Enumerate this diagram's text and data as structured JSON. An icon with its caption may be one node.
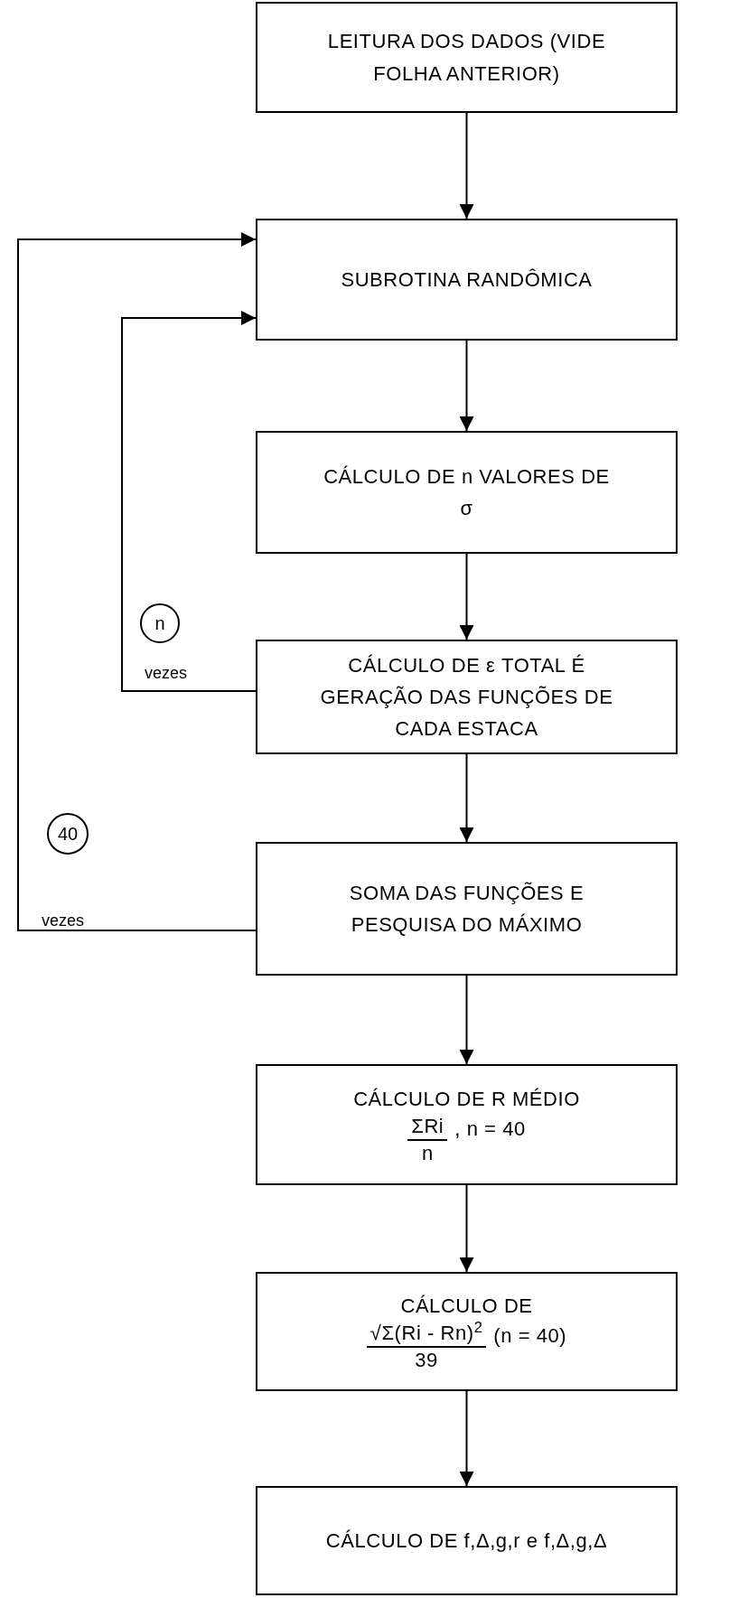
{
  "diagram": {
    "nodes": [
      {
        "text": [
          "LEITURA DOS DADOS (VIDE FOLHA ANTERIOR)"
        ]
      },
      {
        "text": [
          "SUBROTINA RANDÔMICA"
        ]
      },
      {
        "text": [
          "CÁLCULO DE n VALORES DE σ"
        ]
      },
      {
        "text": [
          "CÁLCULO DE ε TOTAL É GERAÇÃO DAS FUNÇÕES DE CADA ESTACA"
        ]
      },
      {
        "text": [
          "SOMA DAS FUNÇÕES E PESQUISA DO MÁXIMO"
        ]
      },
      {
        "text": [
          "CÁLCULO DE R MÉDIO",
          "ΣRi",
          "n",
          ", n = 40"
        ]
      },
      {
        "text": [
          "CÁLCULO DE",
          "√Σ(Ri - Rn)$^{2}$",
          "39",
          "(n = 40)"
        ]
      },
      {
        "text": [
          "CÁLCULO DE f,Δ,g,r e f,Δ,g,Δ"
        ]
      },
      {
        "text": [
          "n"
        ],
        "beside": [
          "vezes"
        ]
      },
      {
        "text": [
          "40"
        ],
        "beside": [
          "vezes"
        ]
      }
    ],
    "edges": [
      {
        "from": 0,
        "to": 1,
        "arrow": "to"
      },
      {
        "from": 1,
        "to": 2,
        "arrow": "to"
      },
      {
        "from": 2,
        "to": 3,
        "arrow": "to"
      },
      {
        "from": 3,
        "to": 4,
        "arrow": "to"
      },
      {
        "from": 4,
        "to": 5,
        "arrow": "to"
      },
      {
        "from": 5,
        "to": 6,
        "arrow": "to"
      },
      {
        "from": 6,
        "to": 7,
        "arrow": "to"
      },
      {
        "from": 3,
        "to": 1,
        "arrow": "to"
      },
      {
        "from": 4,
        "to": 1,
        "arrow": "to"
      }
    ]
  }
}
